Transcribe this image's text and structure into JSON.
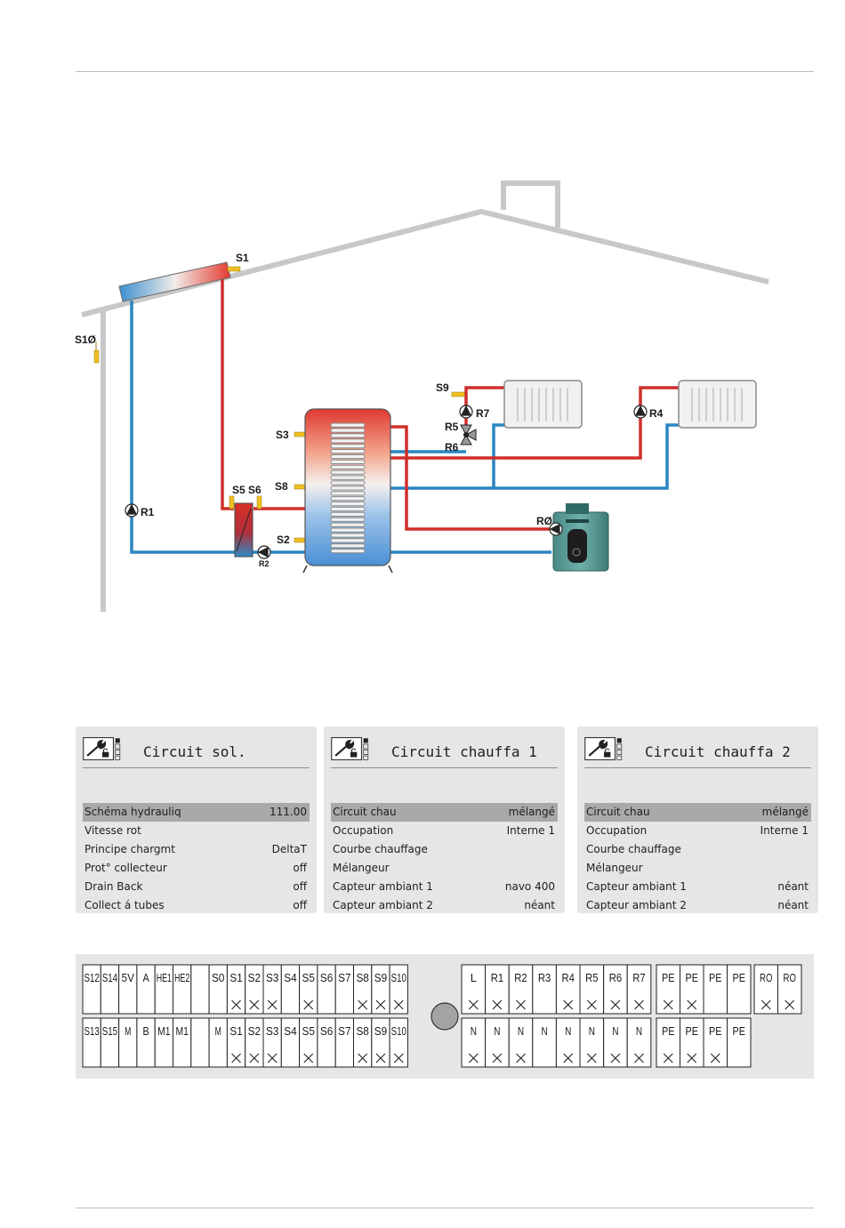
{
  "diagram": {
    "labels": {
      "s1": "S1",
      "s10": "S1Ø",
      "s9": "S9",
      "r7": "R7",
      "r5": "R5",
      "r6": "R6",
      "r4": "R4",
      "s3": "S3",
      "s8": "S8",
      "s2": "S2",
      "s5": "S5",
      "s6": "S6",
      "r1": "R1",
      "r2": "R2",
      "r0": "RØ"
    }
  },
  "panels": [
    {
      "title": "Circuit sol.",
      "rows": [
        {
          "label": "Schéma hydrauliq",
          "value": "111.00",
          "selected": true
        },
        {
          "label": "Vitesse rot",
          "value": ""
        },
        {
          "label": "Principe chargmt",
          "value": "DeltaT"
        },
        {
          "label": "Prot° collecteur",
          "value": "off"
        },
        {
          "label": "Drain Back",
          "value": "off"
        },
        {
          "label": "Collect á tubes",
          "value": "off"
        }
      ]
    },
    {
      "title": "Circuit chauffa 1",
      "rows": [
        {
          "label": "Circuit chau",
          "value": "mélangé",
          "selected": true
        },
        {
          "label": "Occupation",
          "value": "Interne 1"
        },
        {
          "label": "Courbe chauffage",
          "value": ""
        },
        {
          "label": "Mélangeur",
          "value": ""
        },
        {
          "label": "Capteur ambiant 1",
          "value": "navo 400"
        },
        {
          "label": "Capteur ambiant 2",
          "value": "néant"
        }
      ]
    },
    {
      "title": "Circuit chauffa 2",
      "rows": [
        {
          "label": "Circuit chau",
          "value": "mélangé",
          "selected": true
        },
        {
          "label": "Occupation",
          "value": "Interne 1"
        },
        {
          "label": "Courbe chauffage",
          "value": ""
        },
        {
          "label": "Mélangeur",
          "value": ""
        },
        {
          "label": "Capteur ambiant 1",
          "value": "néant"
        },
        {
          "label": "Capteur ambiant 2",
          "value": "néant"
        }
      ]
    }
  ],
  "terminals": {
    "block1": {
      "top": [
        "S12",
        "S14",
        "5V",
        "A",
        "HE1",
        "HE2",
        "",
        "S0",
        "S1",
        "S2",
        "S3",
        "S4",
        "S5",
        "S6",
        "S7",
        "S8",
        "S9",
        "S10"
      ],
      "top_x": [
        false,
        false,
        false,
        false,
        false,
        false,
        false,
        false,
        true,
        true,
        true,
        false,
        true,
        false,
        false,
        true,
        true,
        true
      ],
      "bottom": [
        "S13",
        "S15",
        "M",
        "B",
        "M1",
        "M1",
        "",
        "M",
        "S1",
        "S2",
        "S3",
        "S4",
        "S5",
        "S6",
        "S7",
        "S8",
        "S9",
        "S10"
      ],
      "bottom_x": [
        false,
        false,
        false,
        false,
        false,
        false,
        false,
        false,
        true,
        true,
        true,
        false,
        true,
        false,
        false,
        true,
        true,
        true
      ]
    },
    "block2": {
      "top": [
        "L",
        "R1",
        "R2",
        "R3",
        "R4",
        "R5",
        "R6",
        "R7"
      ],
      "top_x": [
        true,
        true,
        true,
        false,
        true,
        true,
        true,
        true
      ],
      "bottom": [
        "N",
        "N",
        "N",
        "N",
        "N",
        "N",
        "N",
        "N"
      ],
      "bottom_x": [
        true,
        true,
        true,
        false,
        true,
        true,
        true,
        true
      ]
    },
    "block3": {
      "top": [
        "PE",
        "PE",
        "PE",
        "PE"
      ],
      "top_x": [
        true,
        true,
        false,
        false
      ],
      "bottom": [
        "PE",
        "PE",
        "PE",
        "PE"
      ],
      "bottom_x": [
        true,
        true,
        true,
        false
      ]
    },
    "block4": {
      "top": [
        "RO",
        "RO"
      ],
      "top_x": [
        true,
        true
      ]
    }
  }
}
